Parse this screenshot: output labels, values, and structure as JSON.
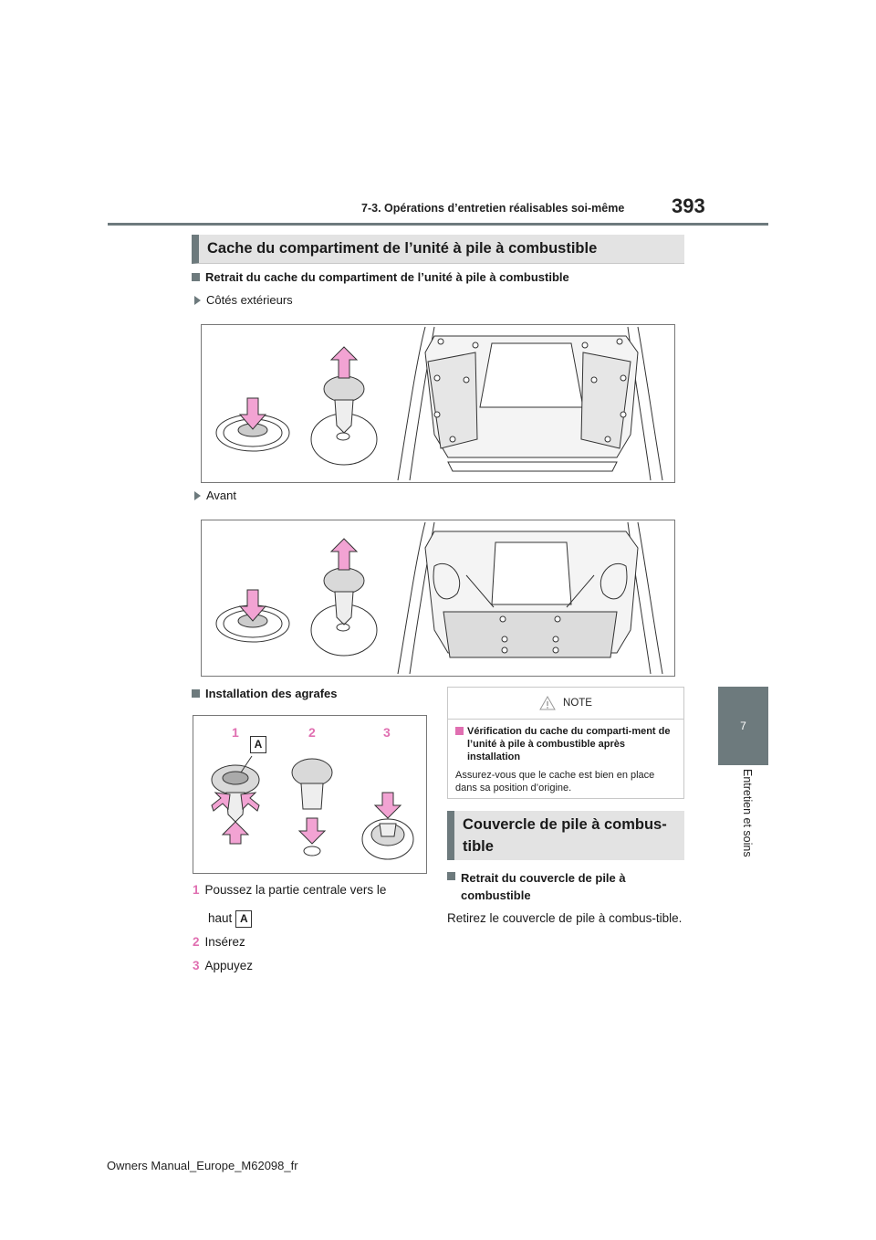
{
  "header": {
    "chapter_label": "7-3. Opérations d’entretien réalisables soi-même",
    "page_number": "393"
  },
  "side_tab": {
    "number": "7",
    "label": "Entretien et soins"
  },
  "section1": {
    "title": "Cache du compartiment de l’unité à pile à combustible",
    "removal_heading": "Retrait du cache du compartiment de l’unité à pile à combustible",
    "outer_sides_label": "Côtés extérieurs",
    "front_label": "Avant",
    "clip_install_heading": "Installation des agrafes",
    "callouts": [
      "1",
      "2",
      "3"
    ],
    "callout_letter": "A",
    "steps": [
      {
        "num": "1",
        "text": "Poussez la partie centrale vers le",
        "text_cont": "haut",
        "letter": "A"
      },
      {
        "num": "2",
        "text": "Insérez"
      },
      {
        "num": "3",
        "text": "Appuyez"
      }
    ]
  },
  "note": {
    "title": "NOTE",
    "sub_heading": "Vérification du cache du comparti-ment de l’unité à pile à combustible après installation",
    "text": "Assurez-vous que le cache est bien en place dans sa position d’origine."
  },
  "section2": {
    "title_line1": "Couvercle de pile à combus-",
    "title_line2": "tible",
    "heading": "Retrait du couvercle de pile à combustible",
    "text": "Retirez le couvercle de pile à combus-tible."
  },
  "footer": {
    "text": "Owners Manual_Europe_M62098_fr"
  },
  "colors": {
    "accent_gray": "#6d7a7d",
    "callout_pink": "#e06fb1",
    "arrow_fill": "#f2a3d3",
    "bar_bg": "#e3e3e3"
  }
}
